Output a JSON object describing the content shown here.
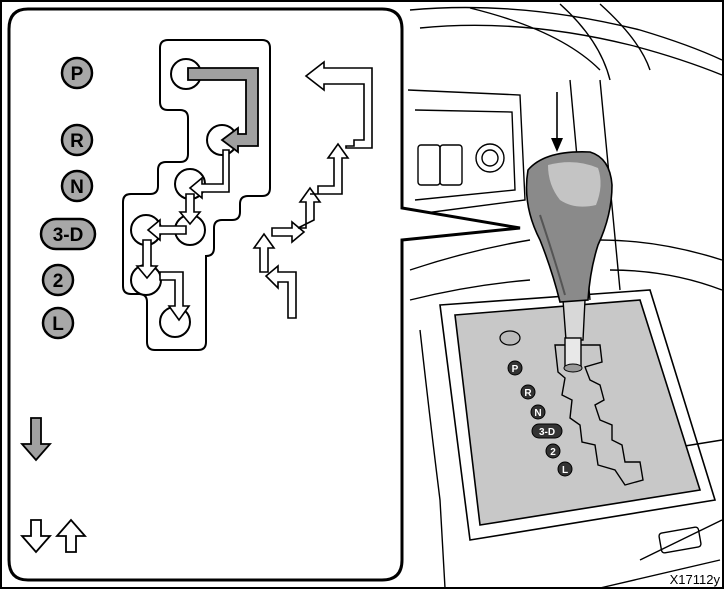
{
  "shift_positions": [
    {
      "key": "P",
      "label": "P"
    },
    {
      "key": "R",
      "label": "R"
    },
    {
      "key": "N",
      "label": "N"
    },
    {
      "key": "3D",
      "label": "3-D"
    },
    {
      "key": "2",
      "label": "2"
    },
    {
      "key": "L",
      "label": "L"
    }
  ],
  "figure_id": "X17112y",
  "colors": {
    "badge_fill": "#a8a8a8",
    "arrow_gray": "#a0a0a0",
    "plate_fill": "#c8c8c8",
    "knob_fill": "#8a8a8a",
    "line": "#000000"
  },
  "legend": {
    "gray_arrow_icon": "arrow-gray-icon",
    "white_arrows_icon": "arrows-white-icon"
  }
}
